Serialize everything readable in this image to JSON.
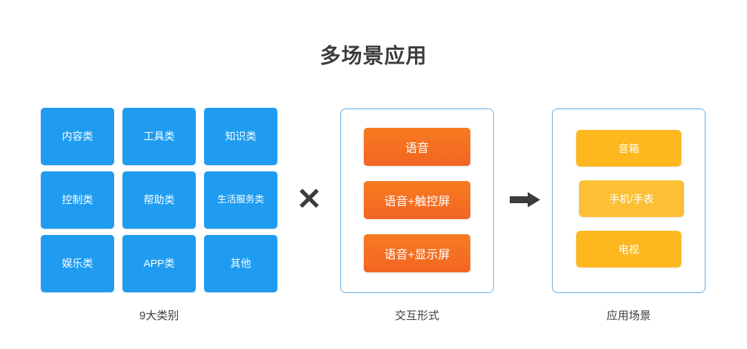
{
  "page": {
    "title": "多场景应用",
    "background": "#ffffff",
    "text_color": "#3c3c3c"
  },
  "colors": {
    "category_blue": "#1f9cf0",
    "interaction_orange": "#f26522",
    "scene_yellow": "#fcb81e",
    "panel_border": "#5aa9e6",
    "arrow": "#3c3c3c"
  },
  "left": {
    "caption": "9大类别",
    "items": [
      {
        "label": "内容类"
      },
      {
        "label": "工具类"
      },
      {
        "label": "知识类"
      },
      {
        "label": "控制类"
      },
      {
        "label": "帮助类"
      },
      {
        "label": "生活服务类"
      },
      {
        "label": "娱乐类"
      },
      {
        "label": "APP类"
      },
      {
        "label": "其他"
      }
    ]
  },
  "operator": {
    "symbol": "✕"
  },
  "middle": {
    "caption": "交互形式",
    "items": [
      {
        "label": "语音"
      },
      {
        "label": "语音+触控屏"
      },
      {
        "label": "语音+显示屏"
      }
    ]
  },
  "right": {
    "caption": "应用场景",
    "items": [
      {
        "label": "音箱"
      },
      {
        "label": "手机/手表"
      },
      {
        "label": "电视"
      }
    ]
  }
}
